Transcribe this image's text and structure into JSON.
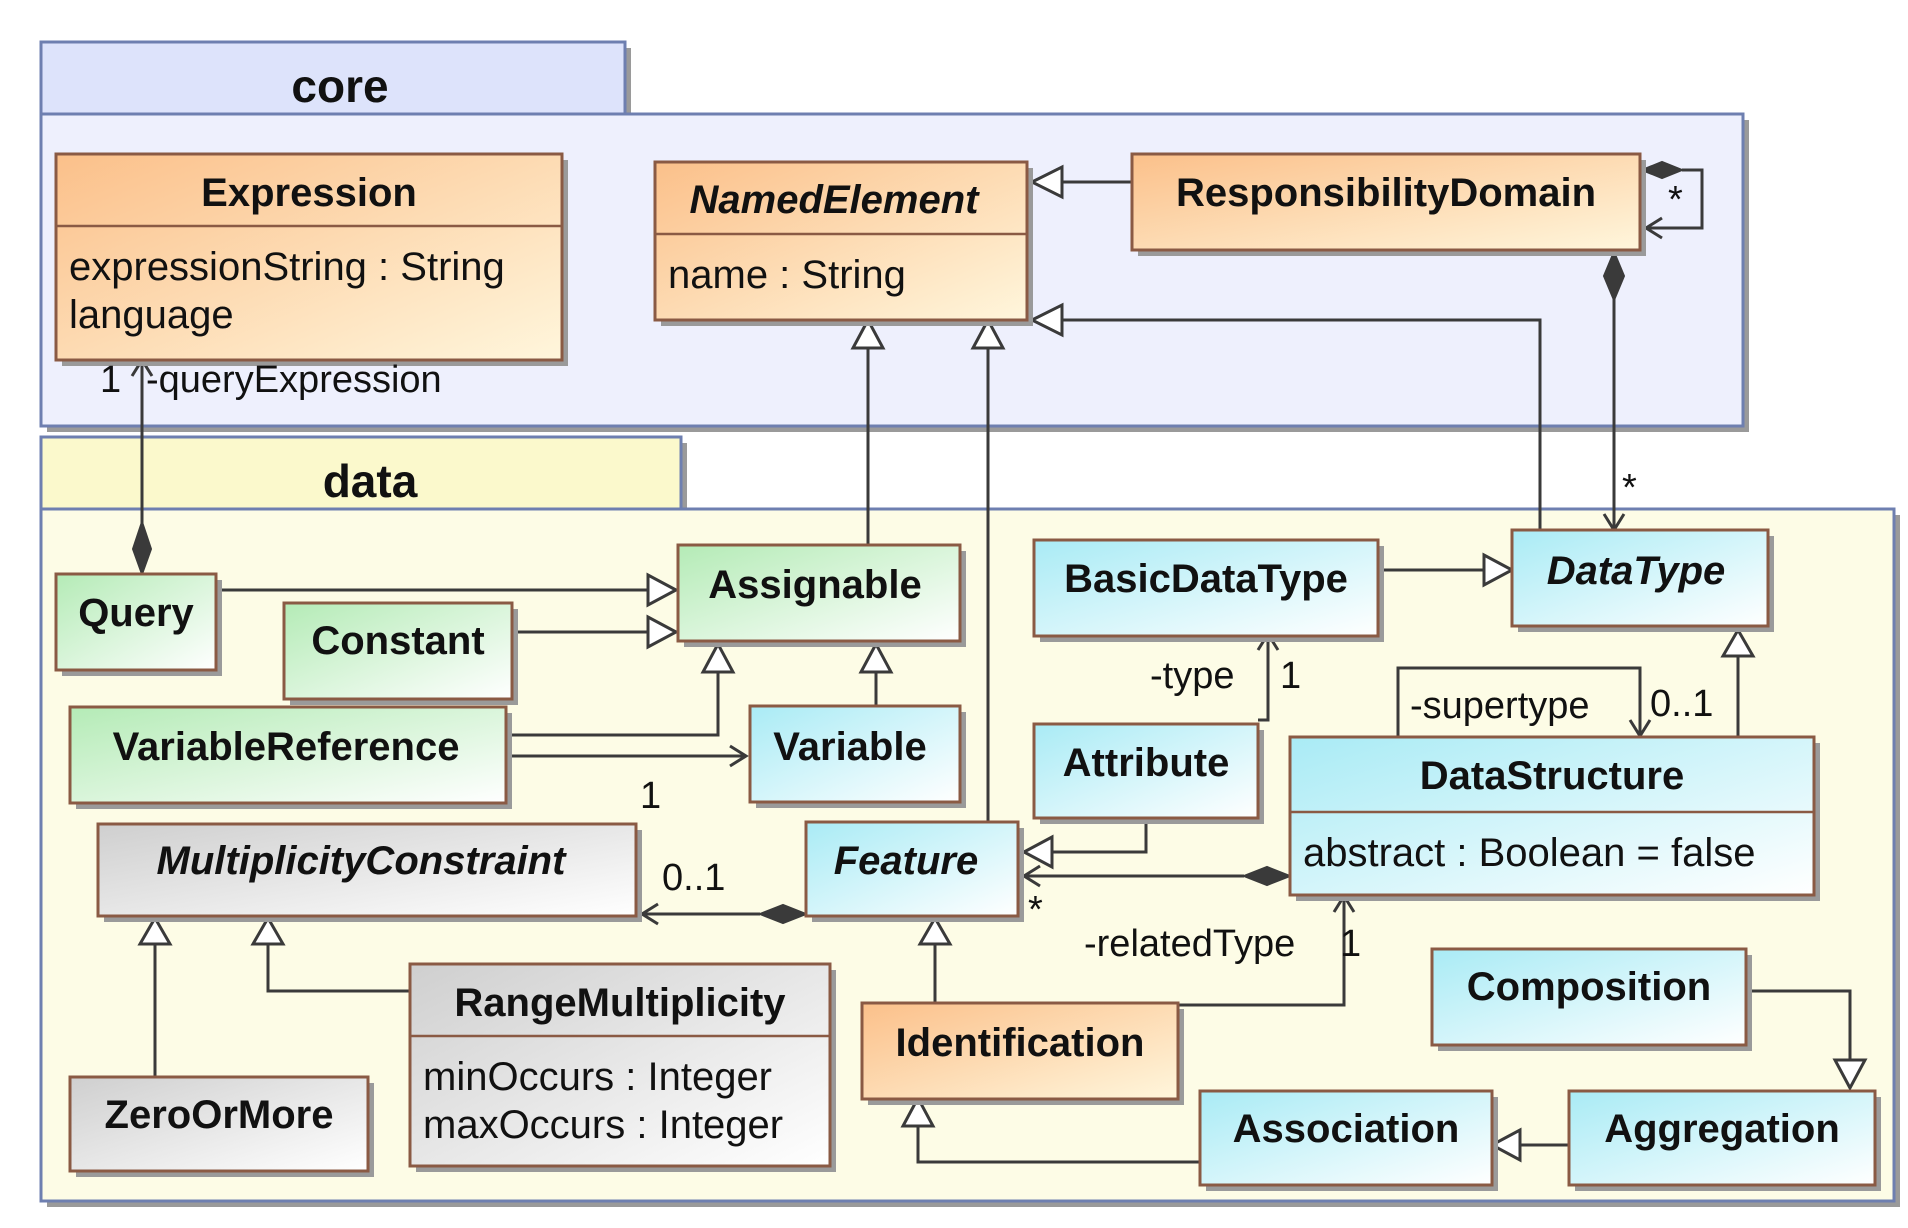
{
  "packages": {
    "core": {
      "name": "core"
    },
    "data": {
      "name": "data"
    }
  },
  "classes": {
    "expression": {
      "name": "Expression",
      "attributes": [
        "expressionString : String",
        "language"
      ],
      "abstract": false
    },
    "named_element": {
      "name": "NamedElement",
      "attributes": [
        "name : String"
      ],
      "abstract": true
    },
    "responsibility_domain": {
      "name": "ResponsibilityDomain",
      "attributes": [],
      "abstract": false
    },
    "query": {
      "name": "Query",
      "attributes": [],
      "abstract": false
    },
    "constant": {
      "name": "Constant",
      "attributes": [],
      "abstract": false
    },
    "assignable": {
      "name": "Assignable",
      "attributes": [],
      "abstract": false
    },
    "variable_reference": {
      "name": "VariableReference",
      "attributes": [],
      "abstract": false
    },
    "variable": {
      "name": "Variable",
      "attributes": [],
      "abstract": false
    },
    "multiplicity_constraint": {
      "name": "MultiplicityConstraint",
      "attributes": [],
      "abstract": true
    },
    "feature": {
      "name": "Feature",
      "attributes": [],
      "abstract": true
    },
    "range_multiplicity": {
      "name": "RangeMultiplicity",
      "attributes": [
        "minOccurs : Integer",
        "maxOccurs : Integer"
      ],
      "abstract": false
    },
    "zero_or_more": {
      "name": "ZeroOrMore",
      "attributes": [],
      "abstract": false
    },
    "identification": {
      "name": "Identification",
      "attributes": [],
      "abstract": false
    },
    "basic_data_type": {
      "name": "BasicDataType",
      "attributes": [],
      "abstract": false
    },
    "data_type": {
      "name": "DataType",
      "attributes": [],
      "abstract": true
    },
    "attribute": {
      "name": "Attribute",
      "attributes": [],
      "abstract": false
    },
    "data_structure": {
      "name": "DataStructure",
      "attributes": [
        "abstract : Boolean = false"
      ],
      "abstract": false
    },
    "composition": {
      "name": "Composition",
      "attributes": [],
      "abstract": false
    },
    "association": {
      "name": "Association",
      "attributes": [],
      "abstract": false
    },
    "aggregation": {
      "name": "Aggregation",
      "attributes": [],
      "abstract": false
    }
  },
  "labels": {
    "query_expr_mult": "1",
    "query_expr_role": "-queryExpression",
    "rd_self_mult": "*",
    "rd_datatype_mult": "*",
    "type_role": "-type",
    "type_mult": "1",
    "supertype_role": "-supertype",
    "supertype_mult": "0..1",
    "varref_mult": "1",
    "multconstraint_mult": "0..1",
    "feature_mult": "*",
    "related_type_role": "-relatedType",
    "related_type_mult": "1"
  },
  "colors": {
    "core_tab": "#dde3fb",
    "core_body": "#eef0fd",
    "data_tab": "#fbf9cc",
    "data_body": "#fdfce6",
    "orange_class": "#fbc99a",
    "blue_class": "#b6eef6",
    "green_class": "#c2efc4",
    "gray_class": "#d8d8d8",
    "border": "#8a5a44"
  }
}
